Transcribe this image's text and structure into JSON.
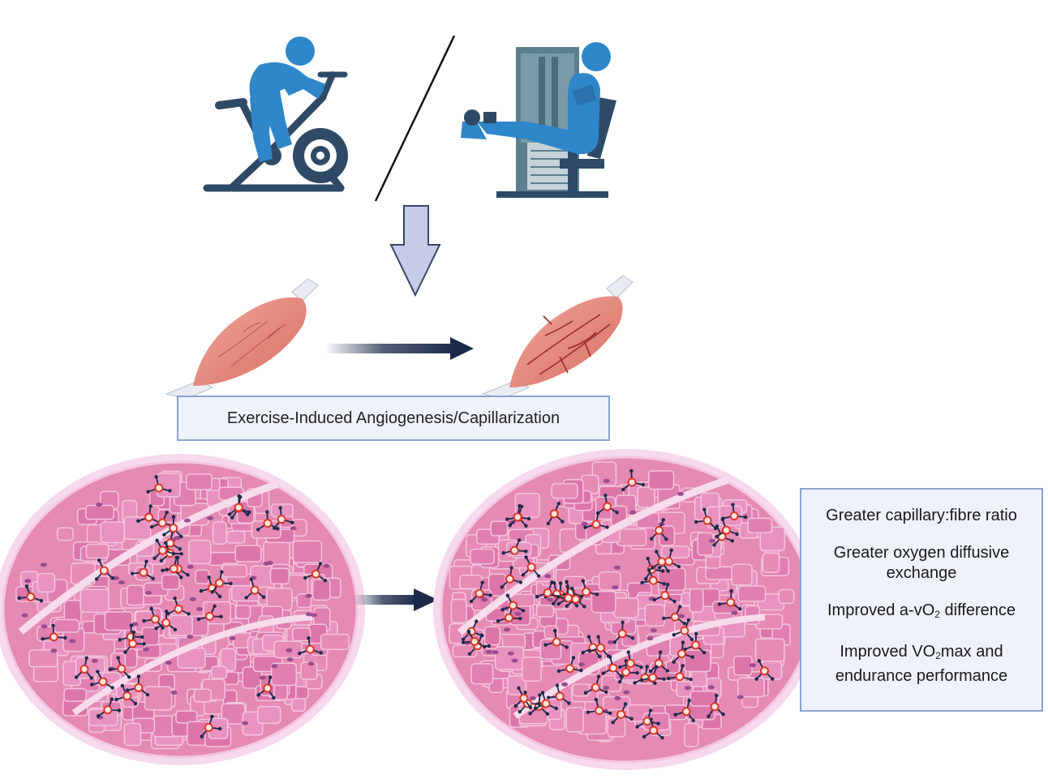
{
  "caption": "Exercise-Induced Angiogenesis/Capillarization",
  "outcomes": [
    {
      "text": "Greater capillary:fibre ratio"
    },
    {
      "text": "Greater oxygen diffusive exchange"
    },
    {
      "pre": "Improved a-vO",
      "sub": "2",
      "post": " difference"
    },
    {
      "pre": "Improved VO",
      "sub": "2",
      "post": "max and endurance performance"
    }
  ],
  "colors": {
    "person": "#2f86c8",
    "machine_dark": "#2e4a66",
    "machine_mid": "#5b7f8f",
    "arrow_fill": "#c5cde6",
    "arrow_dark": "#1c2a4a",
    "muscle": "#e48a7e",
    "tissue": "#e58ab4",
    "capillary": "#d93a2a"
  },
  "icons": [
    "cycling-person-icon",
    "leg-extension-machine-icon",
    "muscle-icon"
  ]
}
